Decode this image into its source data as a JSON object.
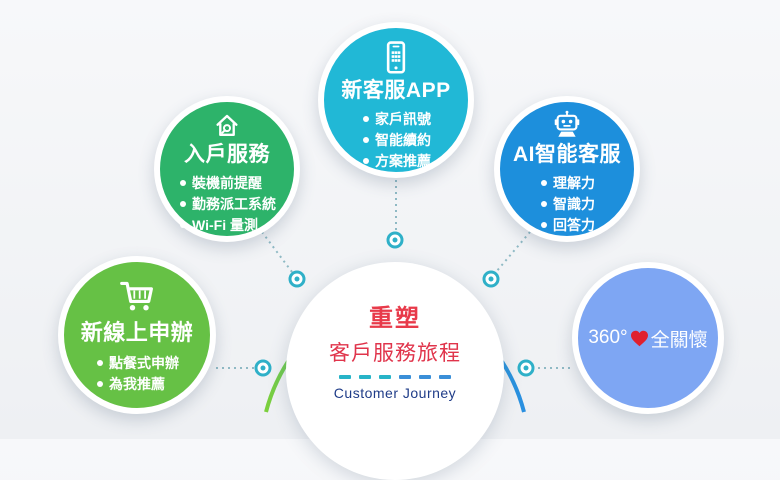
{
  "center": {
    "title_bold": "重塑",
    "title_main": "客戶服務旅程",
    "subtitle_en": "Customer Journey"
  },
  "bubbles": {
    "app": {
      "title": "新客服APP",
      "items": [
        "家戶訊號",
        "智能續約",
        "方案推薦"
      ],
      "color": "#21b8d6",
      "icon": "smartphone-icon"
    },
    "home": {
      "title": "入戶服務",
      "items": [
        "裝機前提醒",
        "勤務派工系統",
        "Wi-Fi 量測"
      ],
      "color": "#2db36a",
      "icon": "house-wrench-icon"
    },
    "ai": {
      "title": "AI智能客服",
      "items": [
        "理解力",
        "智識力",
        "回答力"
      ],
      "color": "#1d8fdc",
      "icon": "robot-icon"
    },
    "online": {
      "title": "新線上申辦",
      "items": [
        "點餐式申辦",
        "為我推薦"
      ],
      "color": "#66c145",
      "icon": "shopping-cart-icon"
    },
    "care": {
      "prefix": "360°",
      "suffix": "全關懷",
      "color": "#7ea6f3",
      "icon": "heart-icon"
    }
  },
  "colors": {
    "arc_gradient": [
      "#7bcf3c",
      "#2fb8d2",
      "#2a8fe0"
    ],
    "dashes": [
      "#27b4c8",
      "#27b4c8",
      "#27b4c8",
      "#3a8fd8",
      "#3a8fd8",
      "#3a8fd8"
    ],
    "heart": "#e0202e",
    "node_ring": "#2fb0c8"
  }
}
